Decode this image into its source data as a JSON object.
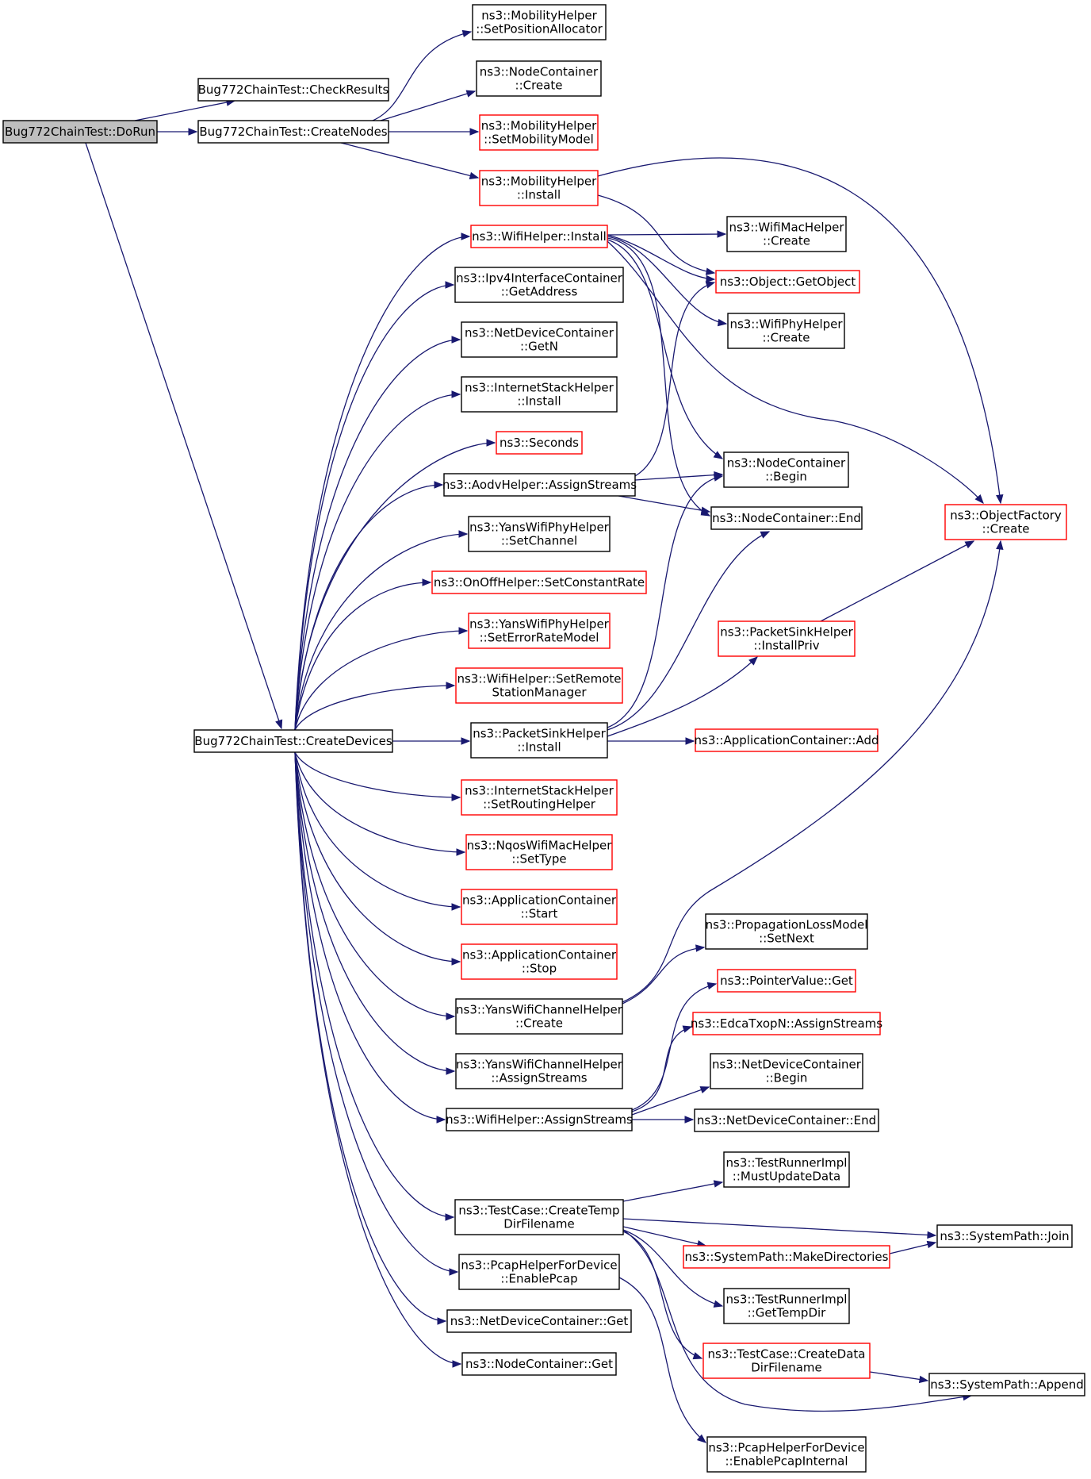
{
  "colors": {
    "edge": "#191970",
    "border_documented": "#000000",
    "border_undocumented": "#ff0000",
    "root_fill": "#bfbfbf",
    "node_fill": "#ffffff"
  },
  "nodes": {
    "doRun": {
      "lines": [
        "Bug772ChainTest::DoRun"
      ],
      "border": "black",
      "fill": "root"
    },
    "checkResults": {
      "lines": [
        "Bug772ChainTest::CheckResults"
      ],
      "border": "black"
    },
    "createNodes": {
      "lines": [
        "Bug772ChainTest::CreateNodes"
      ],
      "border": "black"
    },
    "createDevices": {
      "lines": [
        "Bug772ChainTest::CreateDevices"
      ],
      "border": "black"
    },
    "mobSetPos": {
      "lines": [
        "ns3::MobilityHelper",
        "::SetPositionAllocator"
      ],
      "border": "black"
    },
    "ncCreate": {
      "lines": [
        "ns3::NodeContainer",
        "::Create"
      ],
      "border": "black"
    },
    "mobSetModel": {
      "lines": [
        "ns3::MobilityHelper",
        "::SetMobilityModel"
      ],
      "border": "red"
    },
    "mobInstall": {
      "lines": [
        "ns3::MobilityHelper",
        "::Install"
      ],
      "border": "red"
    },
    "wifiInstall": {
      "lines": [
        "ns3::WifiHelper::Install"
      ],
      "border": "red"
    },
    "ipv4GetAddr": {
      "lines": [
        "ns3::Ipv4InterfaceContainer",
        "::GetAddress"
      ],
      "border": "black"
    },
    "ndcGetN": {
      "lines": [
        "ns3::NetDeviceContainer",
        "::GetN"
      ],
      "border": "black"
    },
    "ishInstall": {
      "lines": [
        "ns3::InternetStackHelper",
        "::Install"
      ],
      "border": "black"
    },
    "seconds": {
      "lines": [
        "ns3::Seconds"
      ],
      "border": "red"
    },
    "aodvAssign": {
      "lines": [
        "ns3::AodvHelper::AssignStreams"
      ],
      "border": "black"
    },
    "yansPhySetChannel": {
      "lines": [
        "ns3::YansWifiPhyHelper",
        "::SetChannel"
      ],
      "border": "black"
    },
    "onoffSetRate": {
      "lines": [
        "ns3::OnOffHelper::SetConstantRate"
      ],
      "border": "red"
    },
    "yansPhySetErr": {
      "lines": [
        "ns3::YansWifiPhyHelper",
        "::SetErrorRateModel"
      ],
      "border": "red"
    },
    "wifiSetRemote": {
      "lines": [
        "ns3::WifiHelper::SetRemote",
        "StationManager"
      ],
      "border": "red"
    },
    "pshInstall": {
      "lines": [
        "ns3::PacketSinkHelper",
        "::Install"
      ],
      "border": "black"
    },
    "ishSetRouting": {
      "lines": [
        "ns3::InternetStackHelper",
        "::SetRoutingHelper"
      ],
      "border": "red"
    },
    "nqosSetType": {
      "lines": [
        "ns3::NqosWifiMacHelper",
        "::SetType"
      ],
      "border": "red"
    },
    "appStart": {
      "lines": [
        "ns3::ApplicationContainer",
        "::Start"
      ],
      "border": "red"
    },
    "appStop": {
      "lines": [
        "ns3::ApplicationContainer",
        "::Stop"
      ],
      "border": "red"
    },
    "yansChCreate": {
      "lines": [
        "ns3::YansWifiChannelHelper",
        "::Create"
      ],
      "border": "black"
    },
    "yansChAssign": {
      "lines": [
        "ns3::YansWifiChannelHelper",
        "::AssignStreams"
      ],
      "border": "black"
    },
    "wifiAssign": {
      "lines": [
        "ns3::WifiHelper::AssignStreams"
      ],
      "border": "black"
    },
    "tcCreateTemp": {
      "lines": [
        "ns3::TestCase::CreateTemp",
        "DirFilename"
      ],
      "border": "black"
    },
    "pcapEnable": {
      "lines": [
        "ns3::PcapHelperForDevice",
        "::EnablePcap"
      ],
      "border": "black"
    },
    "ndcGet": {
      "lines": [
        "ns3::NetDeviceContainer::Get"
      ],
      "border": "black"
    },
    "ncGet": {
      "lines": [
        "ns3::NodeContainer::Get"
      ],
      "border": "black"
    },
    "wifiMacCreate": {
      "lines": [
        "ns3::WifiMacHelper",
        "::Create"
      ],
      "border": "black"
    },
    "objGetObject": {
      "lines": [
        "ns3::Object::GetObject"
      ],
      "border": "red"
    },
    "wifiPhyCreate": {
      "lines": [
        "ns3::WifiPhyHelper",
        "::Create"
      ],
      "border": "black"
    },
    "ncBegin": {
      "lines": [
        "ns3::NodeContainer",
        "::Begin"
      ],
      "border": "black"
    },
    "ncEnd": {
      "lines": [
        "ns3::NodeContainer::End"
      ],
      "border": "black"
    },
    "pshInstallPriv": {
      "lines": [
        "ns3::PacketSinkHelper",
        "::InstallPriv"
      ],
      "border": "red"
    },
    "appAdd": {
      "lines": [
        "ns3::ApplicationContainer::Add"
      ],
      "border": "red"
    },
    "plmSetNext": {
      "lines": [
        "ns3::PropagationLossModel",
        "::SetNext"
      ],
      "border": "black"
    },
    "pvGet": {
      "lines": [
        "ns3::PointerValue::Get"
      ],
      "border": "red"
    },
    "edcaAssign": {
      "lines": [
        "ns3::EdcaTxopN::AssignStreams"
      ],
      "border": "red"
    },
    "ndcBegin": {
      "lines": [
        "ns3::NetDeviceContainer",
        "::Begin"
      ],
      "border": "black"
    },
    "ndcEnd": {
      "lines": [
        "ns3::NetDeviceContainer::End"
      ],
      "border": "black"
    },
    "trMustUpdate": {
      "lines": [
        "ns3::TestRunnerImpl",
        "::MustUpdateData"
      ],
      "border": "black"
    },
    "spMakeDirs": {
      "lines": [
        "ns3::SystemPath::MakeDirectories"
      ],
      "border": "red"
    },
    "trGetTemp": {
      "lines": [
        "ns3::TestRunnerImpl",
        "::GetTempDir"
      ],
      "border": "black"
    },
    "tcCreateData": {
      "lines": [
        "ns3::TestCase::CreateData",
        "DirFilename"
      ],
      "border": "red"
    },
    "pcapInternal": {
      "lines": [
        "ns3::PcapHelperForDevice",
        "::EnablePcapInternal"
      ],
      "border": "black"
    },
    "objFactCreate": {
      "lines": [
        "ns3::ObjectFactory",
        "::Create"
      ],
      "border": "red"
    },
    "spJoin": {
      "lines": [
        "ns3::SystemPath::Join"
      ],
      "border": "black"
    },
    "spAppend": {
      "lines": [
        "ns3::SystemPath::Append"
      ],
      "border": "black"
    }
  },
  "edges": [
    [
      "doRun",
      "checkResults"
    ],
    [
      "doRun",
      "createNodes"
    ],
    [
      "doRun",
      "createDevices"
    ],
    [
      "createNodes",
      "mobSetPos"
    ],
    [
      "createNodes",
      "ncCreate"
    ],
    [
      "createNodes",
      "mobSetModel"
    ],
    [
      "createNodes",
      "mobInstall"
    ],
    [
      "mobInstall",
      "objGetObject"
    ],
    [
      "mobInstall",
      "objFactCreate"
    ],
    [
      "createDevices",
      "wifiInstall"
    ],
    [
      "createDevices",
      "ipv4GetAddr"
    ],
    [
      "createDevices",
      "ndcGetN"
    ],
    [
      "createDevices",
      "ishInstall"
    ],
    [
      "createDevices",
      "seconds"
    ],
    [
      "createDevices",
      "aodvAssign"
    ],
    [
      "createDevices",
      "yansPhySetChannel"
    ],
    [
      "createDevices",
      "onoffSetRate"
    ],
    [
      "createDevices",
      "yansPhySetErr"
    ],
    [
      "createDevices",
      "wifiSetRemote"
    ],
    [
      "createDevices",
      "pshInstall"
    ],
    [
      "createDevices",
      "ishSetRouting"
    ],
    [
      "createDevices",
      "nqosSetType"
    ],
    [
      "createDevices",
      "appStart"
    ],
    [
      "createDevices",
      "appStop"
    ],
    [
      "createDevices",
      "yansChCreate"
    ],
    [
      "createDevices",
      "yansChAssign"
    ],
    [
      "createDevices",
      "wifiAssign"
    ],
    [
      "createDevices",
      "tcCreateTemp"
    ],
    [
      "createDevices",
      "pcapEnable"
    ],
    [
      "createDevices",
      "ndcGet"
    ],
    [
      "createDevices",
      "ncGet"
    ],
    [
      "wifiInstall",
      "wifiMacCreate"
    ],
    [
      "wifiInstall",
      "objGetObject"
    ],
    [
      "wifiInstall",
      "wifiPhyCreate"
    ],
    [
      "wifiInstall",
      "ncBegin"
    ],
    [
      "wifiInstall",
      "ncEnd"
    ],
    [
      "wifiInstall",
      "objFactCreate"
    ],
    [
      "aodvAssign",
      "objGetObject"
    ],
    [
      "aodvAssign",
      "ncBegin"
    ],
    [
      "aodvAssign",
      "ncEnd"
    ],
    [
      "pshInstall",
      "ncBegin"
    ],
    [
      "pshInstall",
      "ncEnd"
    ],
    [
      "pshInstall",
      "pshInstallPriv"
    ],
    [
      "pshInstall",
      "appAdd"
    ],
    [
      "pshInstallPriv",
      "objFactCreate"
    ],
    [
      "yansChCreate",
      "plmSetNext"
    ],
    [
      "yansChCreate",
      "objFactCreate"
    ],
    [
      "wifiAssign",
      "pvGet"
    ],
    [
      "wifiAssign",
      "edcaAssign"
    ],
    [
      "wifiAssign",
      "ndcBegin"
    ],
    [
      "wifiAssign",
      "ndcEnd"
    ],
    [
      "tcCreateTemp",
      "trMustUpdate"
    ],
    [
      "tcCreateTemp",
      "spJoin"
    ],
    [
      "tcCreateTemp",
      "spMakeDirs"
    ],
    [
      "tcCreateTemp",
      "trGetTemp"
    ],
    [
      "tcCreateTemp",
      "tcCreateData"
    ],
    [
      "tcCreateTemp",
      "spAppend"
    ],
    [
      "spMakeDirs",
      "spJoin"
    ],
    [
      "tcCreateData",
      "spAppend"
    ],
    [
      "pcapEnable",
      "pcapInternal"
    ]
  ]
}
